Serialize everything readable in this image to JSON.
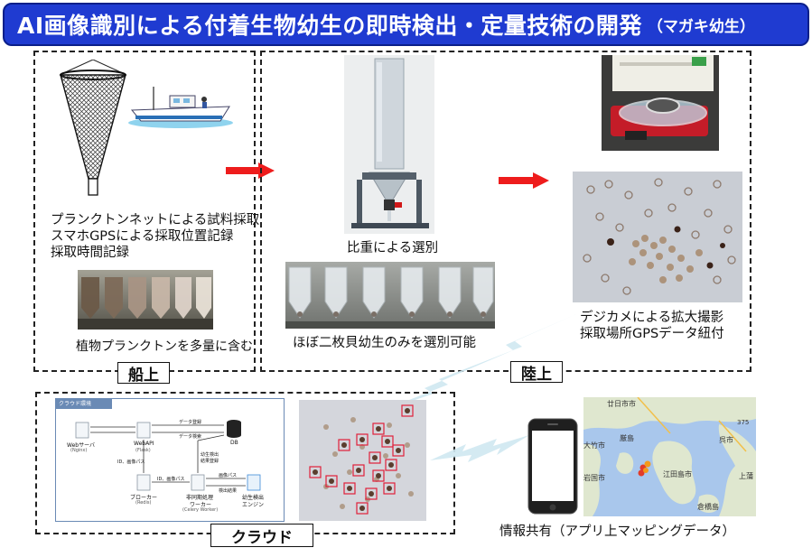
{
  "title": {
    "main": "AI画像識別による付着生物幼生の即時検出・定量技術の開発",
    "sub": "（マガキ幼生）"
  },
  "sections": {
    "ship": {
      "label": "船上",
      "caption_lines": [
        "プランクトンネットによる試料採取",
        "スマホGPSによる採取位置記録",
        "採取時間記録"
      ],
      "photo_caption": "植物プランクトンを多量に含む"
    },
    "land": {
      "label": "陸上",
      "separator_caption": "比重による選別",
      "tubes_caption": "ほぼ二枚貝幼生のみを選別可能",
      "camera_caption_lines": [
        "デジカメによる拡大撮影",
        "採取場所GPSデータ紐付"
      ]
    },
    "cloud": {
      "label": "クラウド",
      "diagram": {
        "frame_title": "クラウド環境",
        "web_server": "Webサーバ",
        "web_server_sub": "(Nginx)",
        "web_api": "WebAPI",
        "web_api_sub": "(Flask)",
        "db": "DB",
        "data_register": "データ登録",
        "data_search": "データ検索",
        "larva_result_register_1": "幼生検出",
        "larva_result_register_2": "結果登録",
        "broker": "ブローカー",
        "broker_sub": "(Redis)",
        "worker_1": "非同期処理",
        "worker_2": "ワーカー",
        "worker_sub": "(Celery Worker)",
        "engine_1": "幼生検出",
        "engine_2": "エンジン",
        "id_image_path_1": "ID、画像パス",
        "id_image_path_2": "ID、画像パス",
        "image_path": "画像パス",
        "detect_result": "検出結果"
      }
    },
    "share": {
      "caption": "情報共有（アプリ上マッピングデータ）",
      "map_labels": {
        "hatsukaichi": "廿日市市",
        "otake": "大竹市",
        "kure": "呉市",
        "iwakuni": "岩国市",
        "etajima": "江田島市",
        "kurahashi": "倉橋島",
        "miyajima": "厳島",
        "road": "375",
        "kamiura": "上蒲"
      }
    }
  },
  "colors": {
    "title_bg": "#1f3bd1",
    "arrow": "#ee1c1c",
    "detection_box": "#e0203a",
    "map_water": "#a9c7ec",
    "map_land": "#dfe7cf"
  }
}
